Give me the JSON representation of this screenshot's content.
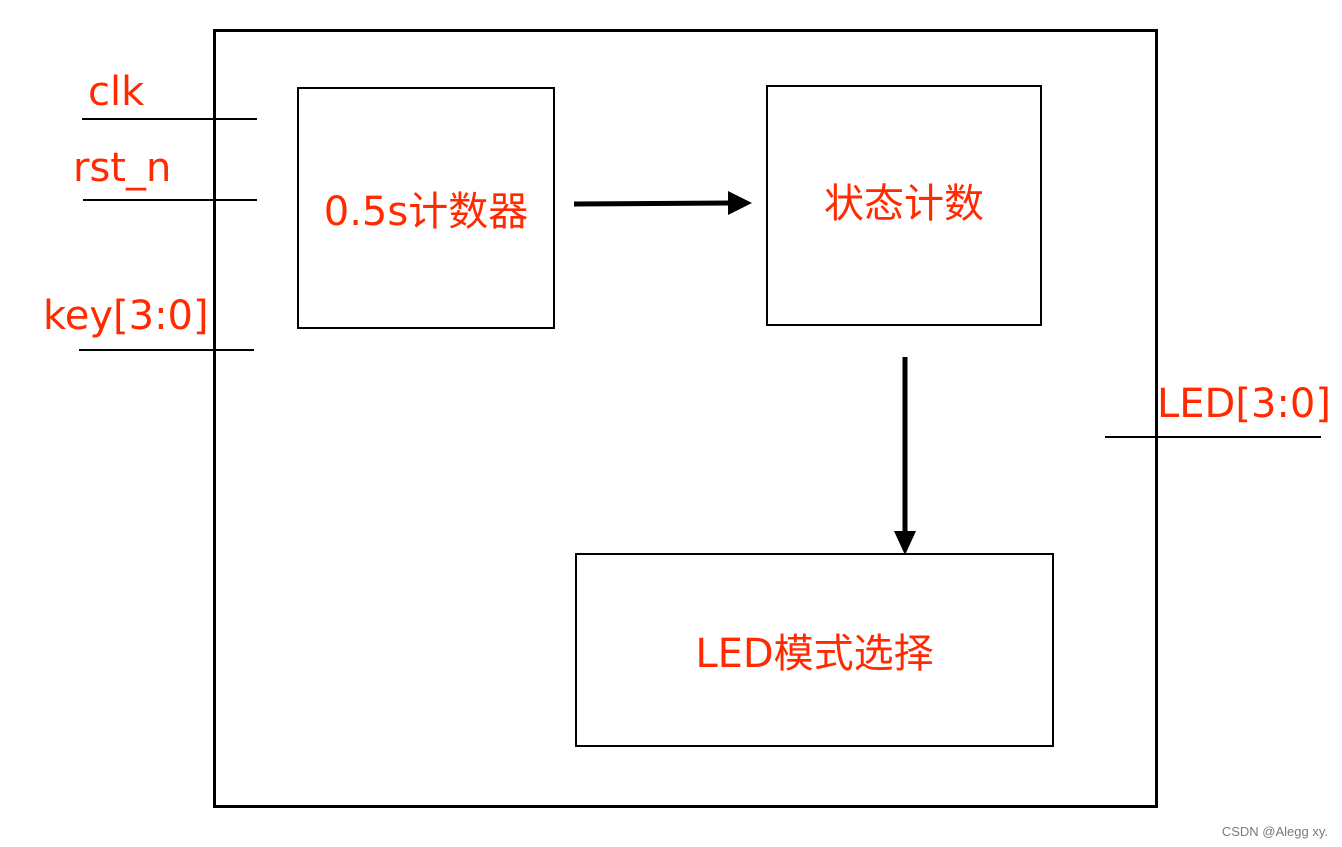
{
  "signals": {
    "inputs": [
      "clk",
      "rst_n",
      "key[3:0]"
    ],
    "output": "LED[3:0]"
  },
  "blocks": {
    "timer": "0.5s计数器",
    "state_counter": "状态计数",
    "led_mode_select": "LED模式选择"
  },
  "watermark": "CSDN @Alegg xy.",
  "colors": {
    "label_text": "#ff2a00",
    "lines": "#000000",
    "background": "#ffffff"
  }
}
